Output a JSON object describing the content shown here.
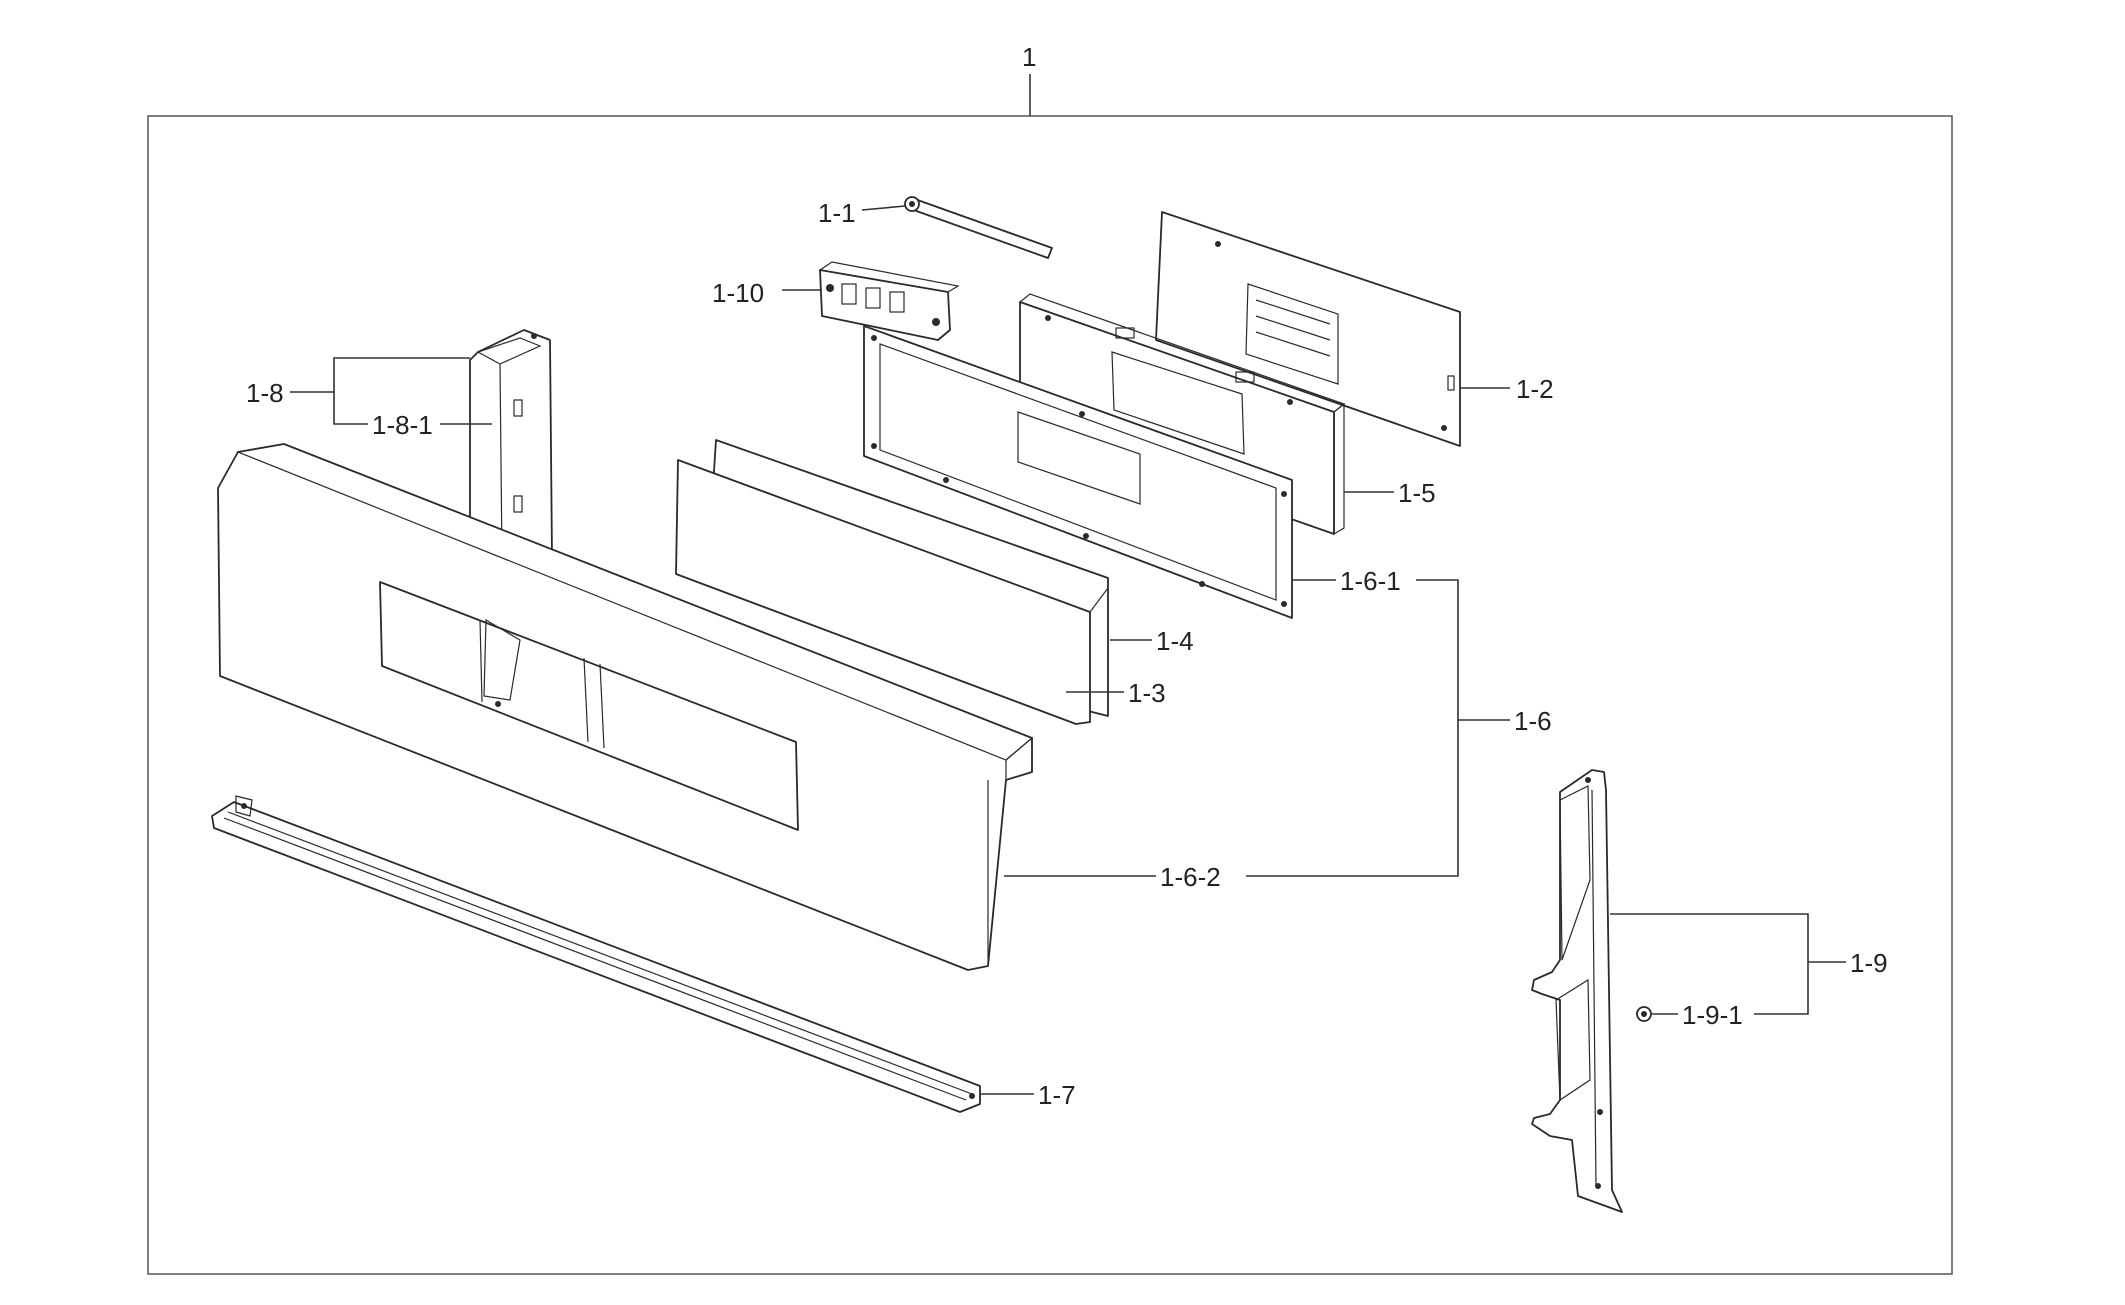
{
  "labels": {
    "l1": "1",
    "l1_1": "1-1",
    "l1_10": "1-10",
    "l1_2": "1-2",
    "l1_8": "1-8",
    "l1_8_1": "1-8-1",
    "l1_5": "1-5",
    "l1_6_1": "1-6-1",
    "l1_4": "1-4",
    "l1_3": "1-3",
    "l1_6": "1-6",
    "l1_6_2": "1-6-2",
    "l1_9": "1-9",
    "l1_9_1": "1-9-1",
    "l1_7": "1-7"
  },
  "colors": {
    "line": "#333333",
    "background": "#ffffff"
  }
}
